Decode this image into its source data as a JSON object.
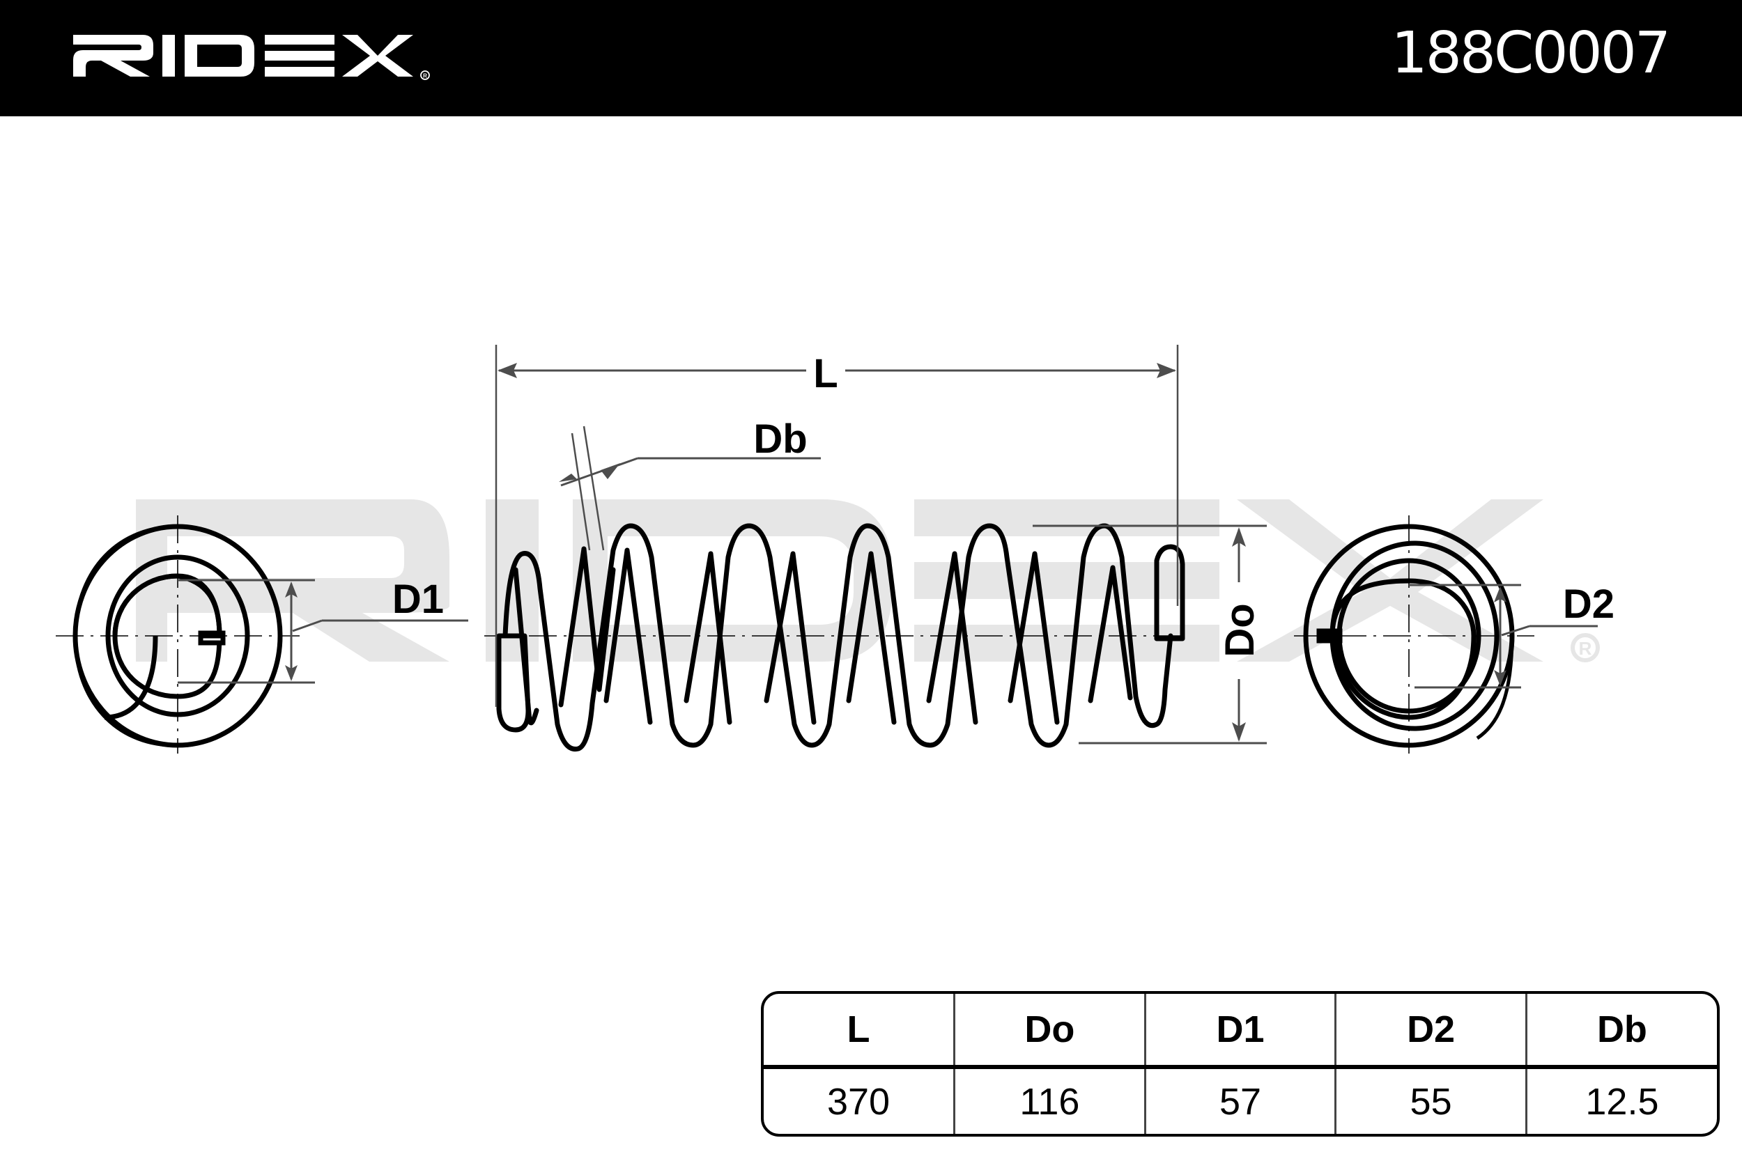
{
  "header": {
    "brand": "RIDEX",
    "registered_mark": "®",
    "part_number": "188C0007"
  },
  "watermark": {
    "text": "RIDEX",
    "registered_mark": "®",
    "color": "#e6e6e6"
  },
  "drawing": {
    "labels": {
      "length": "L",
      "wire_diameter": "Db",
      "outer_diameter": "Do",
      "end_diameter_1": "D1",
      "end_diameter_2": "D2"
    },
    "views": [
      "end-view-left",
      "side-view-spring",
      "end-view-right"
    ],
    "spring_active_coils_visible": 6
  },
  "spec_table": {
    "headers": [
      "L",
      "Do",
      "D1",
      "D2",
      "Db"
    ],
    "values": [
      "370",
      "116",
      "57",
      "55",
      "12.5"
    ]
  },
  "colors": {
    "header_bg": "#000000",
    "header_text": "#ffffff",
    "line": "#000000",
    "dimension_line": "#4d4d4d",
    "watermark": "#e6e6e6"
  }
}
